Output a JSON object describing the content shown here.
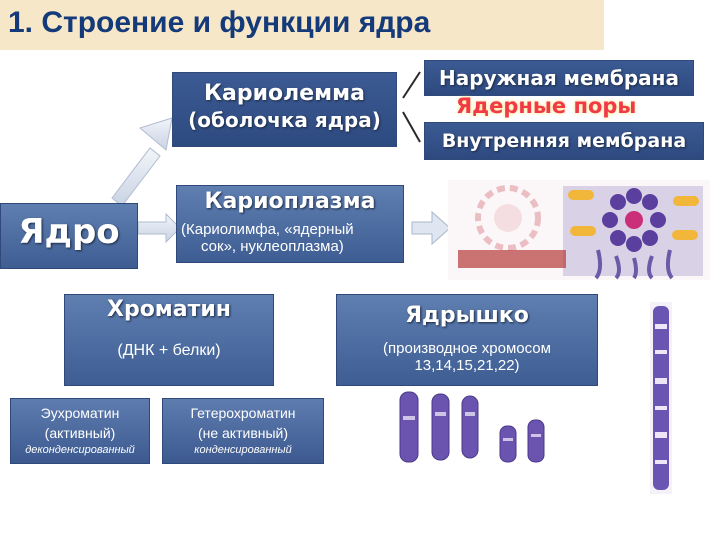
{
  "title": "1. Строение  и функции ядра",
  "colors": {
    "box": "#4a6aa0",
    "box_dark": "#2d4a80",
    "title_bg": "#f6e7c9",
    "title_text": "#143a7a",
    "pore_text": "#f03a4a"
  },
  "nucleus": "Ядро",
  "karyolemma": {
    "name": "Кариолемма",
    "subtitle": "(оболочка ядра)"
  },
  "membranes": {
    "outer": "Наружная мембрана",
    "pores": "Ядерные поры",
    "inner": "Внутренняя мембрана"
  },
  "karyoplasm": {
    "name": "Кариоплазма",
    "desc_line1": "(Кариолимфа, «ядерный",
    "desc_line2": "сок», нуклеоплазма)"
  },
  "chromatin": {
    "name": "Хроматин",
    "desc": "(ДНК + белки)",
    "eu": {
      "line1": "Эухроматин",
      "line2": "(активный)",
      "note": "деконденсированный"
    },
    "hetero": {
      "line1": "Гетерохроматин",
      "line2": "(не активный)",
      "note": "конденсированный"
    }
  },
  "nucleolus": {
    "name": "Ядрышко",
    "line1": "(производное хромосом",
    "line2": "13,14,15,21,22)"
  },
  "images": {
    "pore_diagram": "nuclear-pore-complex-illustration",
    "chromosomes": "chromosome-micrographs",
    "chromosome_strip": "stained-chromosome-strip"
  }
}
